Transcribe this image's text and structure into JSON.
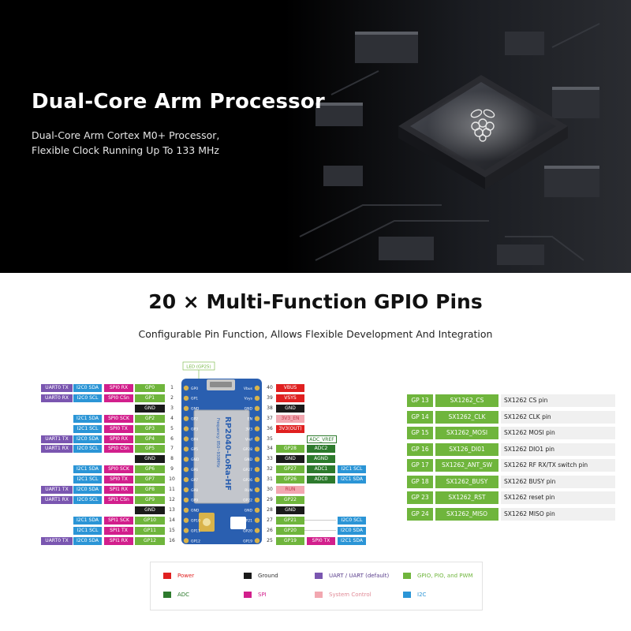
{
  "hero": {
    "title": "Dual-Core Arm Processor",
    "subtitle_line1": "Dual-Core Arm Cortex M0+ Processor,",
    "subtitle_line2": "Flexible Clock Running Up To 133 MHz"
  },
  "gpio": {
    "title": "20 × Multi-Function GPIO Pins",
    "subtitle": "Configurable Pin Function, Allows Flexible Development And Integration",
    "led_label": "LED (GP25)",
    "board_text": "RP2040-LoRa-HF",
    "board_subtext": "Frequency: 850~930MHz"
  },
  "colors": {
    "power": "#e02020",
    "ground": "#1a1a1a",
    "uart": "#7a56b0",
    "gpio": "#6fb53c",
    "adc": "#2d7a2d",
    "spi": "#d21f8c",
    "system": "#f2a7b0",
    "i2c": "#2b95d6"
  },
  "left_pins": [
    {
      "num": "1",
      "gp": "GP0",
      "spi": "SPI0 RX",
      "i2c": "I2C0 SDA",
      "uart": "UART0 TX"
    },
    {
      "num": "2",
      "gp": "GP1",
      "spi": "SPI0 CSn",
      "i2c": "I2C0 SCL",
      "uart": "UART0 RX"
    },
    {
      "num": "3",
      "gp": "GND",
      "spi": "",
      "i2c": "",
      "uart": ""
    },
    {
      "num": "4",
      "gp": "GP2",
      "spi": "SPI0 SCK",
      "i2c": "I2C1 SDA",
      "uart": ""
    },
    {
      "num": "5",
      "gp": "GP3",
      "spi": "SPI0 TX",
      "i2c": "I2C1 SCL",
      "uart": ""
    },
    {
      "num": "6",
      "gp": "GP4",
      "spi": "SPI0 RX",
      "i2c": "I2C0 SDA",
      "uart": "UART1 TX"
    },
    {
      "num": "7",
      "gp": "GP5",
      "spi": "SPI0 CSn",
      "i2c": "I2C0 SCL",
      "uart": "UART1 RX"
    },
    {
      "num": "8",
      "gp": "GND",
      "spi": "",
      "i2c": "",
      "uart": ""
    },
    {
      "num": "9",
      "gp": "GP6",
      "spi": "SPI0 SCK",
      "i2c": "I2C1 SDA",
      "uart": ""
    },
    {
      "num": "10",
      "gp": "GP7",
      "spi": "SPI0 TX",
      "i2c": "I2C1 SCL",
      "uart": ""
    },
    {
      "num": "11",
      "gp": "GP8",
      "spi": "SPI1 RX",
      "i2c": "I2C0 SDA",
      "uart": "UART1 TX"
    },
    {
      "num": "12",
      "gp": "GP9",
      "spi": "SPI1 CSn",
      "i2c": "I2C0 SCL",
      "uart": "UART1 RX"
    },
    {
      "num": "13",
      "gp": "GND",
      "spi": "",
      "i2c": "",
      "uart": ""
    },
    {
      "num": "14",
      "gp": "GP10",
      "spi": "SPI1 SCK",
      "i2c": "I2C1 SDA",
      "uart": ""
    },
    {
      "num": "15",
      "gp": "GP11",
      "spi": "SPI1 TX",
      "i2c": "I2C1 SCL",
      "uart": ""
    },
    {
      "num": "16",
      "gp": "GP12",
      "spi": "SPI1 RX",
      "i2c": "I2C0 SDA",
      "uart": "UART0 TX"
    }
  ],
  "right_pins": [
    {
      "num": "40",
      "label": "VBUS",
      "kind": "power",
      "extra": "",
      "extra_kind": "",
      "i2c": ""
    },
    {
      "num": "39",
      "label": "VSYS",
      "kind": "power",
      "extra": "",
      "extra_kind": "",
      "i2c": ""
    },
    {
      "num": "38",
      "label": "GND",
      "kind": "ground",
      "extra": "",
      "extra_kind": "",
      "i2c": ""
    },
    {
      "num": "37",
      "label": "3V3_EN",
      "kind": "system",
      "extra": "",
      "extra_kind": "",
      "i2c": ""
    },
    {
      "num": "36",
      "label": "3V3(OUT)",
      "kind": "power",
      "extra": "",
      "extra_kind": "",
      "i2c": ""
    },
    {
      "num": "35",
      "label": "",
      "kind": "",
      "extra": "ADC_VREF",
      "extra_kind": "adc",
      "i2c": ""
    },
    {
      "num": "34",
      "label": "GP28",
      "kind": "gpio",
      "extra": "ADC2",
      "extra_kind": "adc",
      "i2c": ""
    },
    {
      "num": "33",
      "label": "GND",
      "kind": "ground",
      "extra": "AGND",
      "extra_kind": "adc",
      "i2c": ""
    },
    {
      "num": "32",
      "label": "GP27",
      "kind": "gpio",
      "extra": "ADC1",
      "extra_kind": "adc",
      "i2c": "I2C1 SCL"
    },
    {
      "num": "31",
      "label": "GP26",
      "kind": "gpio",
      "extra": "ADC0",
      "extra_kind": "adc",
      "i2c": "I2C1 SDA"
    },
    {
      "num": "30",
      "label": "RUN",
      "kind": "system",
      "extra": "",
      "extra_kind": "",
      "i2c": ""
    },
    {
      "num": "29",
      "label": "GP22",
      "kind": "gpio",
      "extra": "",
      "extra_kind": "",
      "i2c": ""
    },
    {
      "num": "28",
      "label": "GND",
      "kind": "ground",
      "extra": "",
      "extra_kind": "",
      "i2c": ""
    },
    {
      "num": "27",
      "label": "GP21",
      "kind": "gpio",
      "extra": "",
      "extra_kind": "",
      "i2c": "I2C0 SCL"
    },
    {
      "num": "26",
      "label": "GP20",
      "kind": "gpio",
      "extra": "",
      "extra_kind": "",
      "i2c": "I2C0 SDA"
    },
    {
      "num": "25",
      "label": "GP19",
      "kind": "gpio",
      "extra": "SPI0 TX",
      "extra_kind": "spi",
      "i2c": "I2C1 SDA"
    }
  ],
  "board_pin_labels_left": [
    "GP0",
    "GP1",
    "GND",
    "GP2",
    "GP3",
    "GP4",
    "GP5",
    "GND",
    "GP6",
    "GP7",
    "GP8",
    "GP9",
    "GND",
    "GP10",
    "GP11",
    "GP12"
  ],
  "board_pin_labels_right": [
    "Vbus",
    "Vsys",
    "GND",
    "EN",
    "3V3",
    "Vref",
    "GP28",
    "GND",
    "GP27",
    "GP26",
    "RUN",
    "GP22",
    "GND",
    "GP21",
    "GP20",
    "GP19"
  ],
  "pin_table": [
    {
      "gp": "GP 13",
      "name": "SX1262_CS",
      "desc": "SX1262 CS pin"
    },
    {
      "gp": "GP 14",
      "name": "SX1262_CLK",
      "desc": "SX1262 CLK pin"
    },
    {
      "gp": "GP 15",
      "name": "SX1262_MOSI",
      "desc": "SX1262 MOSI pin"
    },
    {
      "gp": "GP 16",
      "name": "SX126_DI01",
      "desc": "SX1262 DIO1 pin"
    },
    {
      "gp": "GP 17",
      "name": "SX1262_ANT_SW",
      "desc": "SX1262 RF RX/TX switch pin"
    },
    {
      "gp": "GP 18",
      "name": "SX1262_BUSY",
      "desc": "SX1262 BUSY pin"
    },
    {
      "gp": "GP 23",
      "name": "SX1262_RST",
      "desc": "SX1262 reset pin"
    },
    {
      "gp": "GP 24",
      "name": "SX1262_MISO",
      "desc": "SX1262 MISO pin"
    }
  ],
  "legend": [
    {
      "key": "power",
      "label": "Power"
    },
    {
      "key": "ground",
      "label": "Ground"
    },
    {
      "key": "uart",
      "label": "UART / UART (default)"
    },
    {
      "key": "gpio",
      "label": "GPIO, PIO, and PWM"
    },
    {
      "key": "adc",
      "label": "ADC"
    },
    {
      "key": "spi",
      "label": "SPI"
    },
    {
      "key": "system",
      "label": "System Control"
    },
    {
      "key": "i2c",
      "label": "I2C"
    }
  ]
}
